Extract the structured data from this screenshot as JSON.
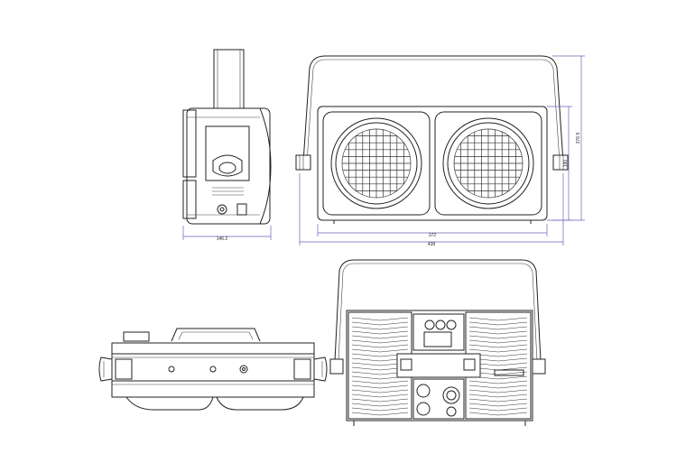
{
  "dimensions": {
    "side_depth": "146.2",
    "front_inner_width": "372",
    "front_total_width": "438",
    "front_inner_height": "190",
    "front_total_height": "276.5"
  },
  "colors": {
    "line": "#222222",
    "dimension": "#6a63b8",
    "background": "#ffffff"
  }
}
